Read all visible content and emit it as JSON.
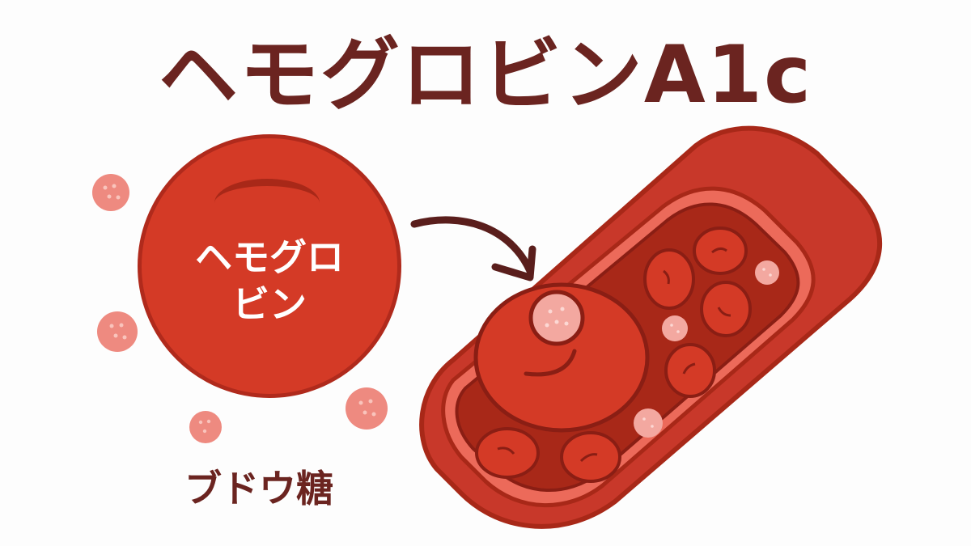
{
  "title": "ヘモグロビンA1c",
  "hemoglobin": {
    "label_line1": "ヘモグロ",
    "label_line2": "ビン"
  },
  "glucose": {
    "label": "ブドウ糖"
  },
  "colors": {
    "title": "#6b2420",
    "red_cell": "#d43a26",
    "red_cell_border": "#b02a1c",
    "glucose": "#ee8a80",
    "vessel_outer": "#c8382a",
    "vessel_inner": "#a8281e",
    "arrow": "#5a1e1c"
  }
}
